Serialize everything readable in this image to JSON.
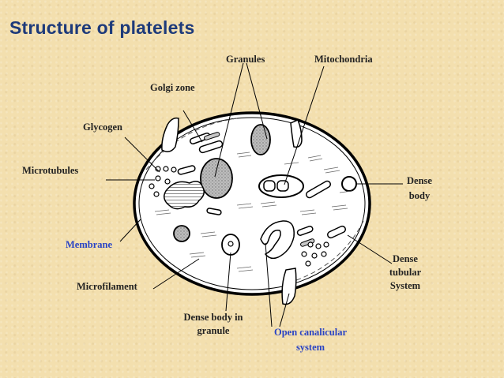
{
  "title": "Structure of platelets",
  "labels": {
    "granules": "Granules",
    "mitochondria": "Mitochondria",
    "golgi_zone": "Golgi zone",
    "glycogen": "Glycogen",
    "microtubules": "Microtubules",
    "dense_body": [
      "Dense",
      "body"
    ],
    "membrane": "Membrane",
    "dense_tubular_system": [
      "Dense",
      "tubular",
      "System"
    ],
    "microfilament": "Microfilament",
    "dense_body_in_granule": [
      "Dense body in",
      "granule"
    ],
    "open_canalicular_system": [
      "Open canalicular",
      "system"
    ]
  },
  "colors": {
    "title": "#1d3a7a",
    "label_blue": "#2a44c4",
    "label_dark": "#222222",
    "background": "#f3dfae"
  }
}
